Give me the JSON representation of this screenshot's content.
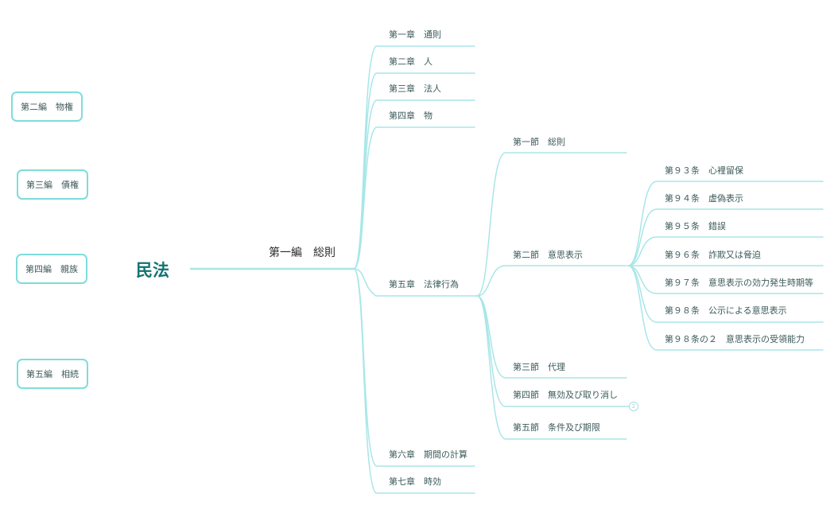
{
  "root": "民法",
  "left_books": [
    "第二編　物権",
    "第三編　債権",
    "第四編　親族",
    "第五編　相続"
  ],
  "book1": "第一編　総則",
  "chapters": [
    "第一章　通則",
    "第二章　人",
    "第三章　法人",
    "第四章　物",
    "第五章　法律行為",
    "第六章　期間の計算",
    "第七章　時効"
  ],
  "sections": [
    "第一節　総則",
    "第二節　意思表示",
    "第三節　代理",
    "第四節　無効及び取り消し",
    "第五節　条件及び期限"
  ],
  "articles": [
    "第９３条　心裡留保",
    "第９４条　虚偽表示",
    "第９５条　錯誤",
    "第９６条　詐欺又は脅迫",
    "第９７条　意思表示の効力発生時期等",
    "第９８条　公示による意思表示",
    "第９８条の２　意思表示の受領能力"
  ],
  "collapsed_badge": "2",
  "colors": {
    "line": "#a8e6e8",
    "border": "#7fdcdc",
    "root": "#137272"
  }
}
